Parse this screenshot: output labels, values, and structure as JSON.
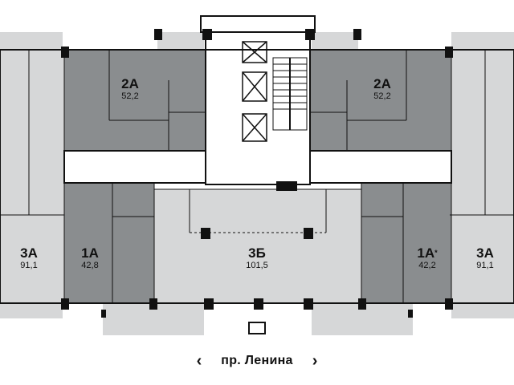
{
  "street": {
    "name": "пр. Ленина",
    "prev_icon": "chevron-left-icon",
    "next_icon": "chevron-right-icon"
  },
  "apartments": [
    {
      "id": "2a-left",
      "code": "2А",
      "mark": "",
      "area": "52,2",
      "status": "available"
    },
    {
      "id": "2a-right",
      "code": "2А",
      "mark": "",
      "area": "52,2",
      "status": "available"
    },
    {
      "id": "3a-left",
      "code": "3А",
      "mark": "",
      "area": "91,1",
      "status": "sold"
    },
    {
      "id": "1a-left",
      "code": "1А",
      "mark": "",
      "area": "42,8",
      "status": "available"
    },
    {
      "id": "3b-center",
      "code": "3Б",
      "mark": "",
      "area": "101,5",
      "status": "sold"
    },
    {
      "id": "1a-right",
      "code": "1А",
      "mark": "*",
      "area": "42,2",
      "status": "available"
    },
    {
      "id": "3a-right",
      "code": "3А",
      "mark": "",
      "area": "91,1",
      "status": "sold"
    }
  ],
  "colors": {
    "available": "#8a8d8f",
    "sold": "#d6d7d8",
    "wall": "#111111",
    "corridor": "#ffffff"
  }
}
